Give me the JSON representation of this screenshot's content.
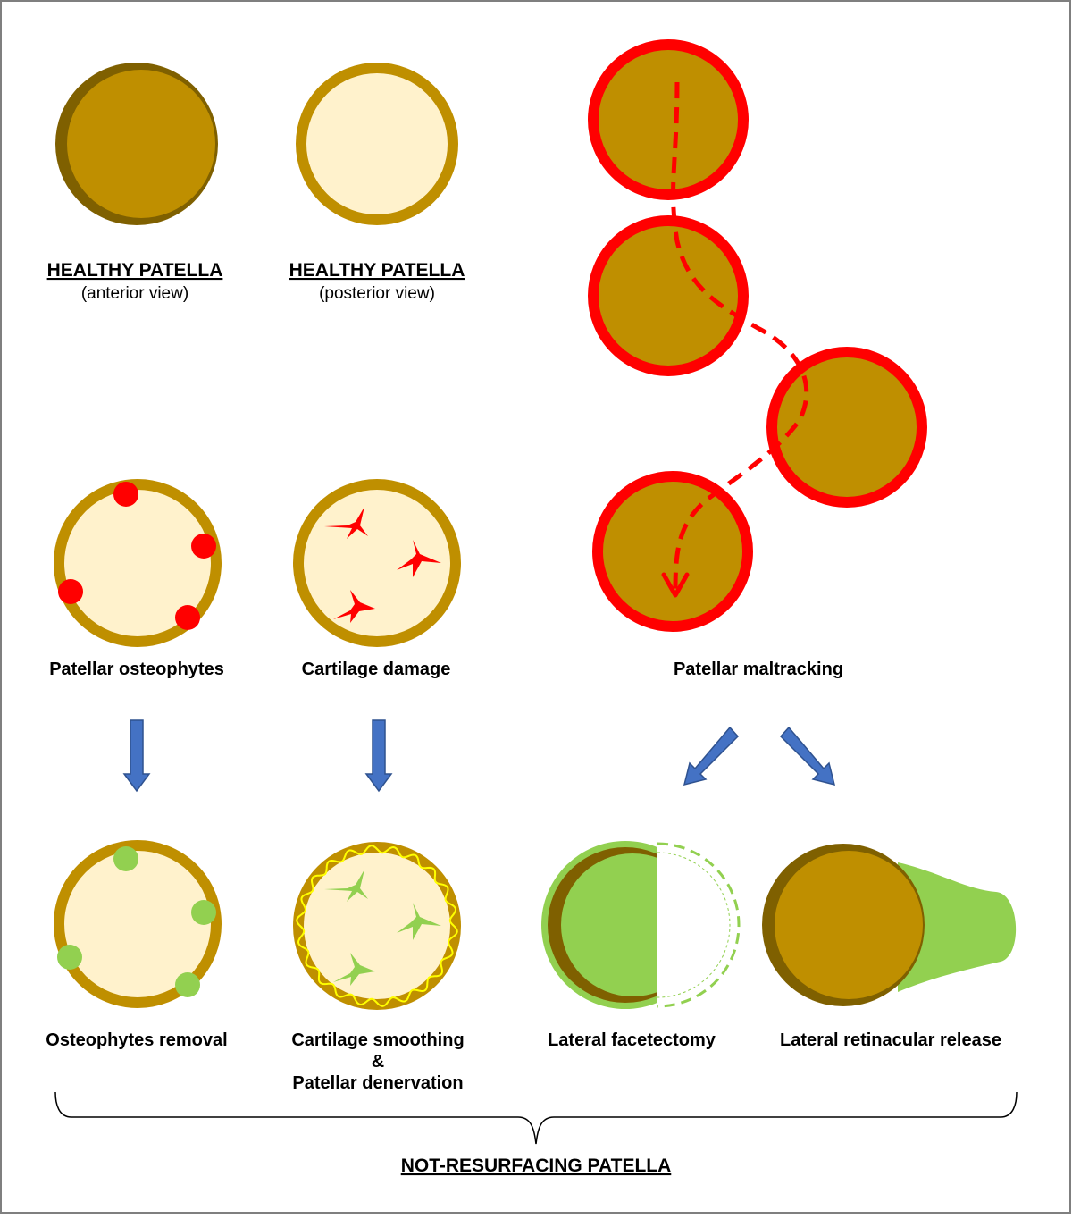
{
  "colors": {
    "bone": "#BF8F00",
    "bone_dark": "#7F6000",
    "cartilage": "#FFF2CC",
    "pathology": "#FF0000",
    "treated": "#92D050",
    "nerve": "#FFFF00",
    "arrow": "#4472C4",
    "arrow_edge": "#2F528F"
  },
  "top": {
    "anterior": {
      "title": "HEALTHY PATELLA",
      "subtitle": "(anterior view)"
    },
    "posterior": {
      "title": "HEALTHY PATELLA",
      "subtitle": "(posterior view)"
    }
  },
  "pathology": {
    "osteophytes": "Patellar osteophytes",
    "cartilage": "Cartilage damage",
    "maltracking": "Patellar maltracking"
  },
  "treatments": {
    "osteophytes_removal": "Osteophytes removal",
    "cartilage_smoothing_line1": "Cartilage smoothing",
    "cartilage_smoothing_amp": "&",
    "cartilage_smoothing_line2": "Patellar denervation",
    "facetectomy": "Lateral facetectomy",
    "retinacular_release": "Lateral retinacular release"
  },
  "footer": {
    "title": "NOT-RESURFACING PATELLA"
  },
  "icons": [
    "down-arrow-icon",
    "diagonal-arrow-icon",
    "brace-icon"
  ]
}
